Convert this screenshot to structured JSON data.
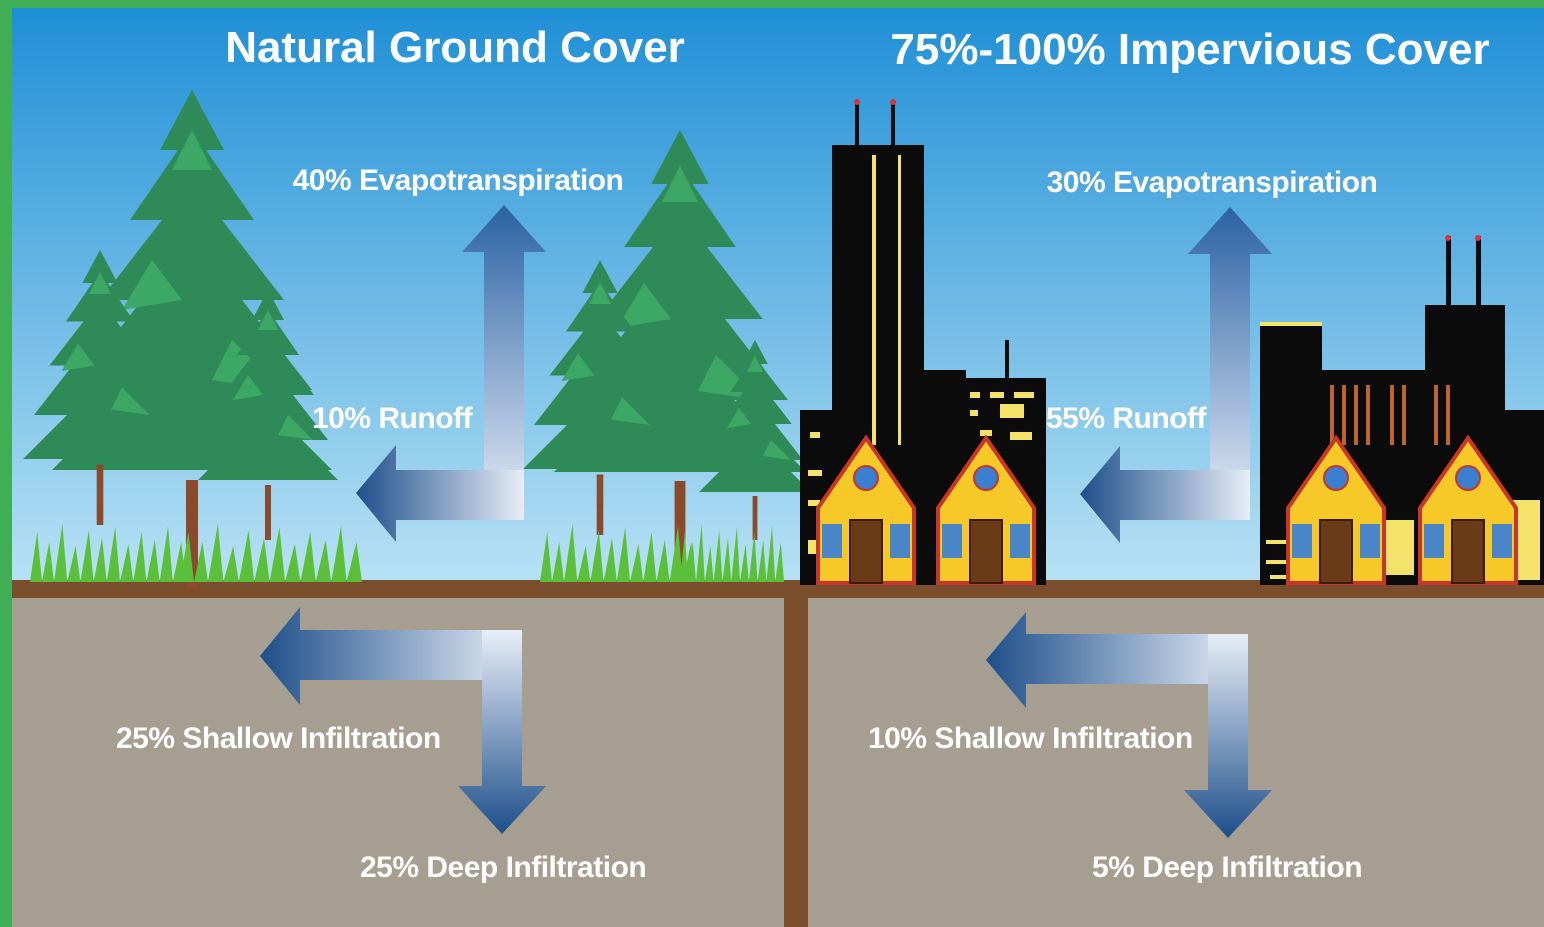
{
  "natural": {
    "title": "Natural Ground Cover",
    "evapotranspiration": "40% Evapotranspiration",
    "runoff": "10% Runoff",
    "shallow_infiltration": "25% Shallow Infiltration",
    "deep_infiltration": "25% Deep Infiltration"
  },
  "impervious": {
    "title": "75%-100% Impervious Cover",
    "evapotranspiration": "30% Evapotranspiration",
    "runoff": "55% Runoff",
    "shallow_infiltration": "10% Shallow Infiltration",
    "deep_infiltration": "5% Deep Infiltration"
  },
  "colors": {
    "frame": "#3fae54",
    "sky_top": "#1f8fd6",
    "sky_bottom": "#b8e2f4",
    "soil": "#a79e92",
    "ground_line": "#7a4e2c",
    "tree": "#2e8b57",
    "trunk": "#8b4a2b",
    "grass": "#5cbf3a",
    "building": "#0b0b0b",
    "house": "#f7c928",
    "arrow_dark": "#1d4f8a",
    "arrow_light": "#e7eef8"
  }
}
